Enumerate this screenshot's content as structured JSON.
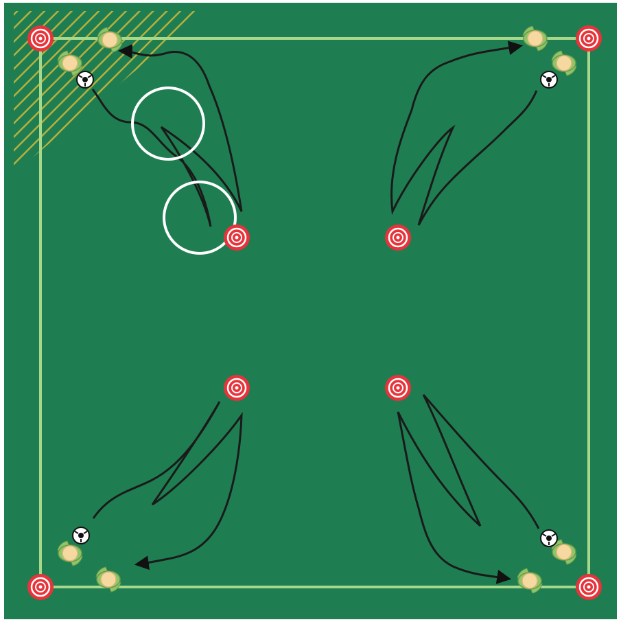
{
  "diagram": {
    "pitch_color": "#1e7e52",
    "line_color": "#a8d88a",
    "cone_color": "#e8333a",
    "player_skin": "#f5d9a0",
    "player_shirt": "#8fc56a",
    "path_color": "#1a1a1a",
    "hatch_color": "#c9b53a",
    "circle_color": "#ffffff",
    "corner_cones": [
      "top-left",
      "top-right",
      "bottom-left",
      "bottom-right"
    ],
    "inner_cones": [
      "center-top-left",
      "center-top-right",
      "center-bottom-left",
      "center-bottom-right"
    ],
    "player_groups": [
      {
        "corner": "top-left",
        "players": 2,
        "ball": true
      },
      {
        "corner": "top-right",
        "players": 2,
        "ball": true
      },
      {
        "corner": "bottom-left",
        "players": 2,
        "ball": true
      },
      {
        "corner": "bottom-right",
        "players": 2,
        "ball": true
      }
    ],
    "highlight_circles": 2,
    "hatched_zone": "top-left"
  }
}
